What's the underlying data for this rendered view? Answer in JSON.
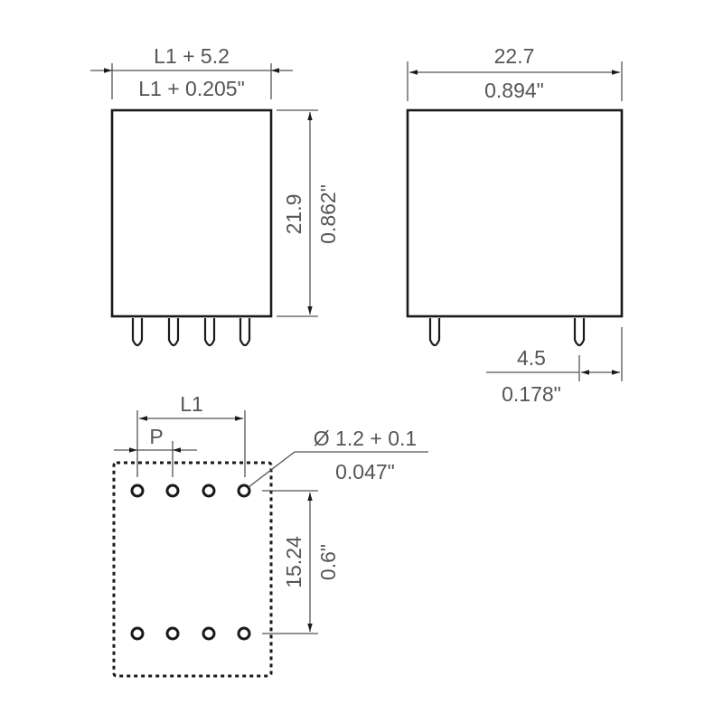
{
  "colors": {
    "outline": "#1a1a1a",
    "dimension_line": "#555555",
    "text": "#555555",
    "background": "#ffffff"
  },
  "front_view": {
    "width_metric": "L1 + 5.2",
    "width_imperial": "L1 + 0.205\"",
    "height_metric": "21.9",
    "height_imperial": "0.862\"",
    "pin_count": 4
  },
  "side_view": {
    "width_metric": "22.7",
    "width_imperial": "0.894\"",
    "pin_offset_metric": "4.5",
    "pin_offset_imperial": "0.178\"",
    "pin_count": 2
  },
  "footprint": {
    "pin_span_label": "L1",
    "pitch_label": "P",
    "hole_diameter_metric": "Ø 1.2 + 0.1",
    "hole_diameter_imperial": "0.047\"",
    "row_spacing_metric": "15.24",
    "row_spacing_imperial": "0.6\"",
    "holes_per_row": 4,
    "rows": 2
  }
}
